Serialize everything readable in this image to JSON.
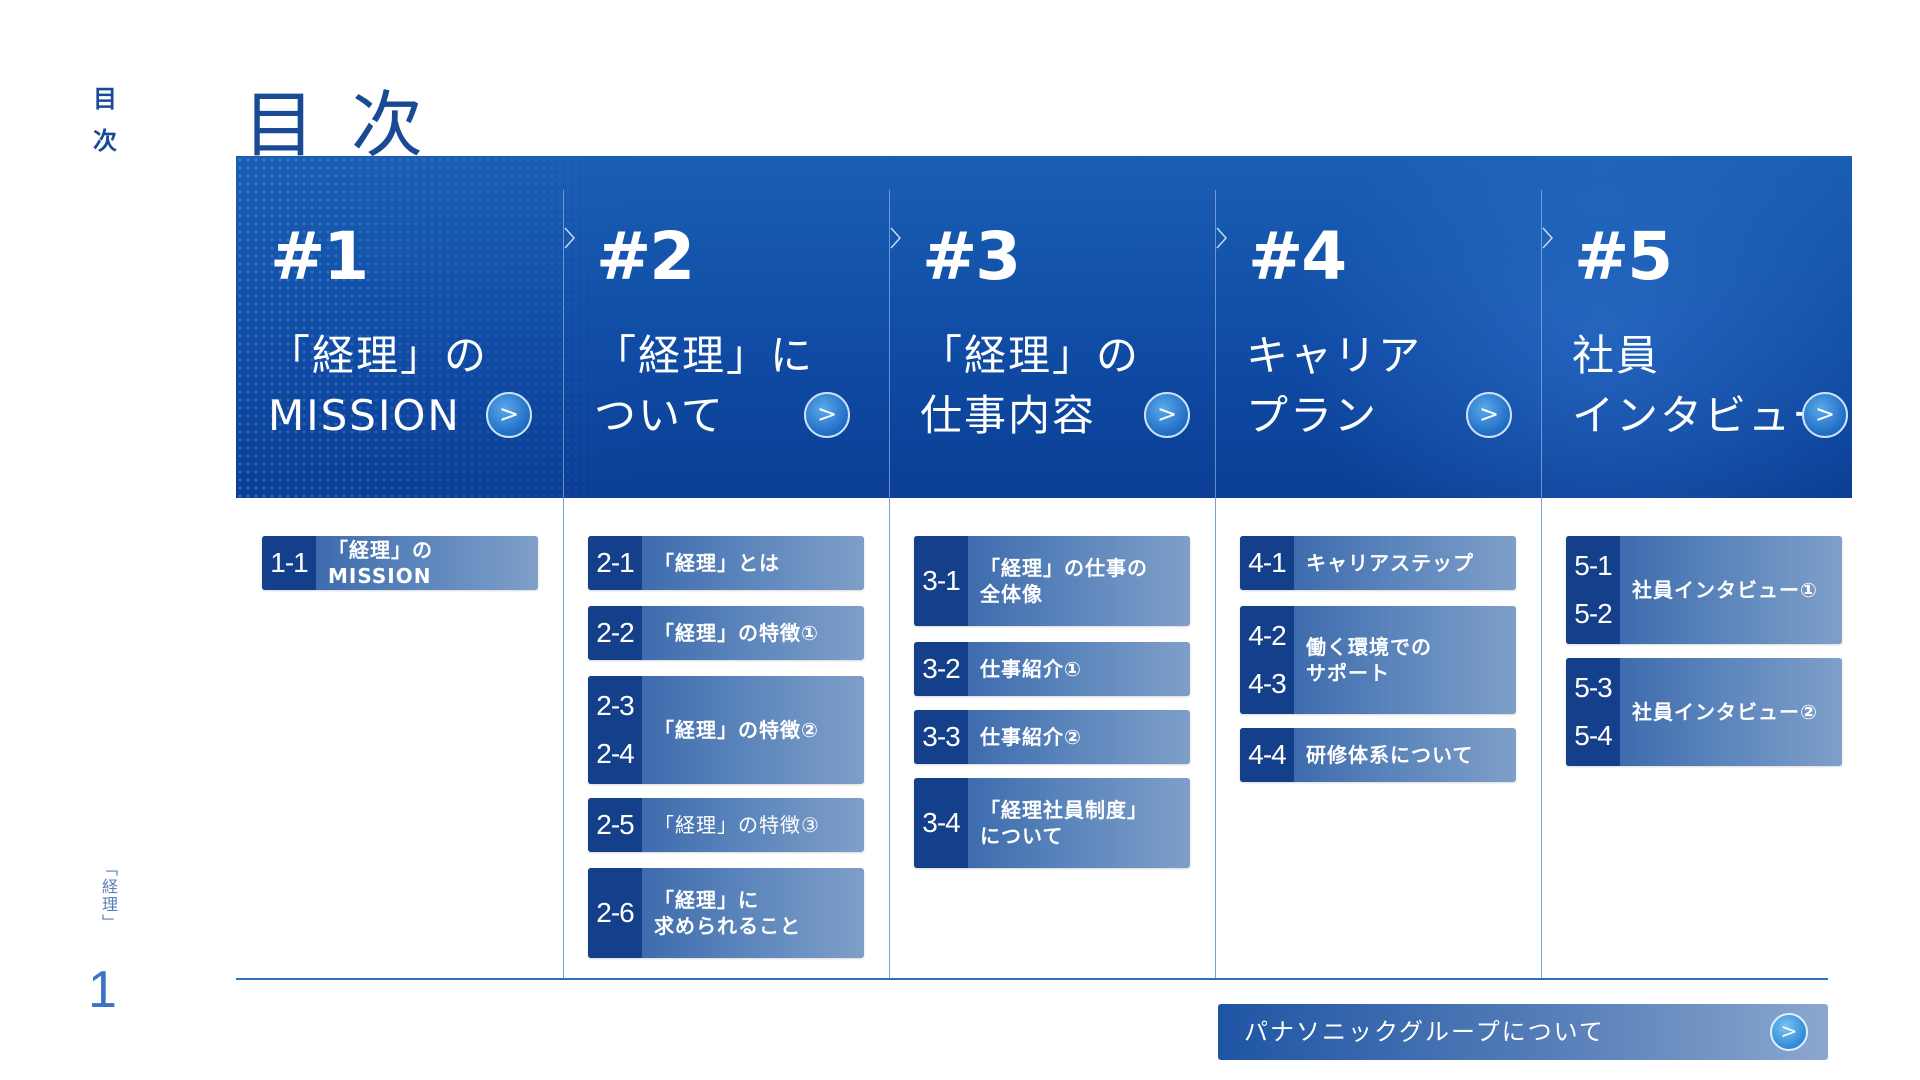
{
  "side": {
    "top_label": "目次",
    "bottom_label": "「経理」",
    "page_number": "1"
  },
  "title": "目次",
  "go_glyph": ">",
  "sections": [
    {
      "number": "#1",
      "title_line1": "「経理」の",
      "title_line2": "MISSION"
    },
    {
      "number": "#2",
      "title_line1": "「経理」に",
      "title_line2": "ついて"
    },
    {
      "number": "#3",
      "title_line1": "「経理」の",
      "title_line2": "仕事内容"
    },
    {
      "number": "#4",
      "title_line1": "キャリア",
      "title_line2": "プラン"
    },
    {
      "number": "#5",
      "title_line1": "社員",
      "title_line2": "インタビュー"
    }
  ],
  "items": {
    "s1": [
      {
        "codes": [
          "1-1"
        ],
        "label": "「経理」のMISSION"
      }
    ],
    "s2": [
      {
        "codes": [
          "2-1"
        ],
        "label": "「経理」とは"
      },
      {
        "codes": [
          "2-2"
        ],
        "label": "「経理」の特徴①"
      },
      {
        "codes": [
          "2-3",
          "2-4"
        ],
        "label": "「経理」の特徴②"
      },
      {
        "codes": [
          "2-5"
        ],
        "label": "「経理」の特徴③"
      },
      {
        "codes": [
          "2-6"
        ],
        "label_line1": "「経理」に",
        "label_line2": "求められること"
      }
    ],
    "s3": [
      {
        "codes": [
          "3-1"
        ],
        "label_line1": "「経理」の仕事の",
        "label_line2": "全体像"
      },
      {
        "codes": [
          "3-2"
        ],
        "label": "仕事紹介①"
      },
      {
        "codes": [
          "3-3"
        ],
        "label": "仕事紹介②"
      },
      {
        "codes": [
          "3-4"
        ],
        "label_line1": "「経理社員制度」",
        "label_line2": "について"
      }
    ],
    "s4": [
      {
        "codes": [
          "4-1"
        ],
        "label": "キャリアステップ"
      },
      {
        "codes": [
          "4-2",
          "4-3"
        ],
        "label_line1": "働く環境での",
        "label_line2": "サポート"
      },
      {
        "codes": [
          "4-4"
        ],
        "label": "研修体系について"
      }
    ],
    "s5": [
      {
        "codes": [
          "5-1",
          "5-2"
        ],
        "label": "社員インタビュー①"
      },
      {
        "codes": [
          "5-3",
          "5-4"
        ],
        "label": "社員インタビュー②"
      }
    ]
  },
  "footer_link": {
    "label": "パナソニックグループについて"
  },
  "colors": {
    "banner": "#0f4aa3",
    "code_box": "#143f8a",
    "title": "#1b4a95"
  }
}
